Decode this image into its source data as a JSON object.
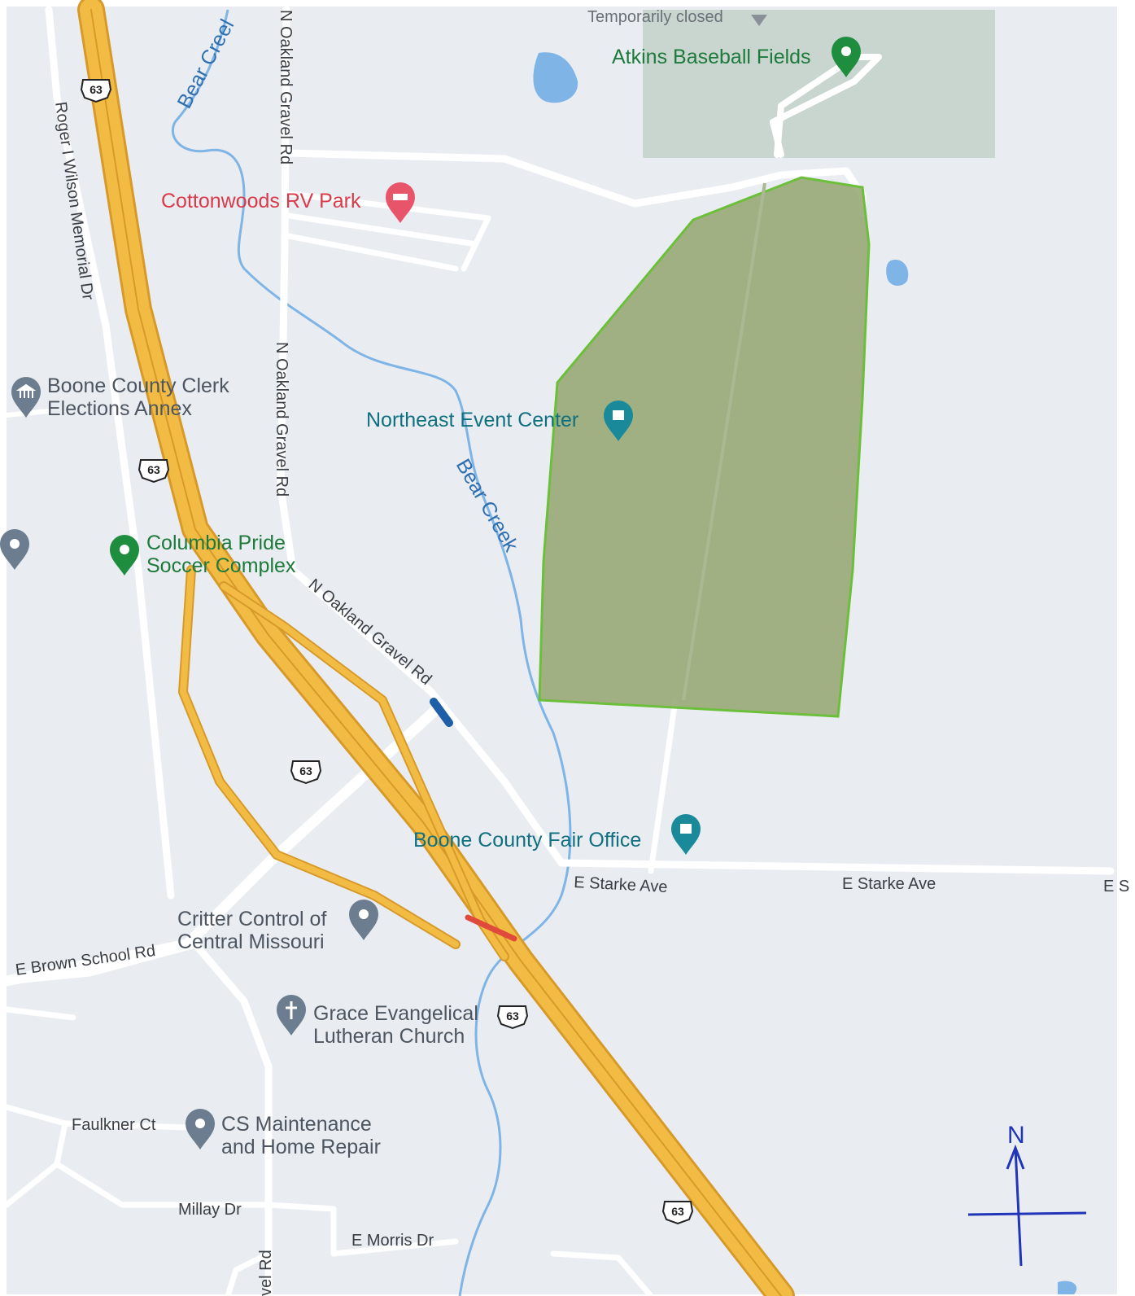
{
  "map": {
    "colors": {
      "land": "#e9edf2",
      "highway": "#f2bc44",
      "highway_casing": "#d79a2a",
      "road": "#ffffff",
      "water": "#7fb4e6",
      "park": "#c9d5cf",
      "highlight_fill": "#93a56f",
      "highlight_stroke": "#6cbf3a",
      "north_arrow": "#2035b8"
    },
    "pois": [
      {
        "id": "atkins",
        "label": "Atkins Baseball Fields",
        "icon": "green-pin-icon"
      },
      {
        "id": "cottonwoods",
        "label": "Cottonwoods RV Park",
        "icon": "hotel-pin-icon"
      },
      {
        "id": "clerk",
        "line1": "Boone County Clerk",
        "line2": "Elections Annex",
        "icon": "government-building-icon"
      },
      {
        "id": "northeast",
        "label": "Northeast Event Center",
        "icon": "event-venue-icon"
      },
      {
        "id": "pride",
        "line1": "Columbia Pride",
        "line2": "Soccer Complex",
        "icon": "green-pin-icon"
      },
      {
        "id": "fairoffice",
        "label": "Boone County Fair Office",
        "icon": "event-venue-icon"
      },
      {
        "id": "critter",
        "line1": "Critter Control of",
        "line2": "Central Missouri",
        "icon": "business-pin-icon"
      },
      {
        "id": "grace",
        "line1": "Grace Evangelical",
        "line2": "Lutheran Church",
        "icon": "church-cross-icon"
      },
      {
        "id": "csmaint",
        "line1": "CS Maintenance",
        "line2": "and Home Repair",
        "icon": "business-pin-icon"
      }
    ],
    "temporarily_closed": "Temporarily closed",
    "roads": {
      "oakland_top": "N Oakland Gravel Rd",
      "oakland_mid": "N Oakland Gravel Rd",
      "oakland_diag": "N Oakland Gravel Rd",
      "wilson": "Roger I Wilson Memorial Dr",
      "starke_1": "E Starke Ave",
      "starke_2": "E Starke Ave",
      "starke_3": "E S",
      "brown_school": "E Brown School Rd",
      "faulkner": "Faulkner Ct",
      "millay": "Millay Dr",
      "morris": "E Morris Dr",
      "oakland_bottom": "vel Rd"
    },
    "creek": {
      "top": "Bear Creel",
      "mid": "Bear Creek"
    },
    "highway_shield": "63",
    "north_label": "N"
  }
}
